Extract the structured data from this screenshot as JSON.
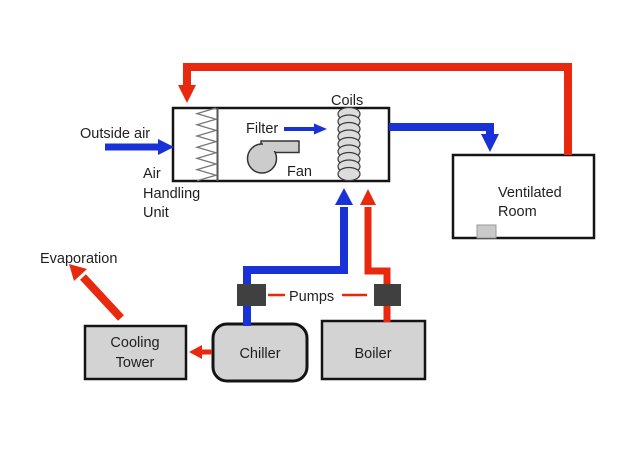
{
  "colors": {
    "pipe_blue": "#1832d8",
    "pipe_red": "#e8290e",
    "box_fill": "#d3d3d3",
    "box_border": "#141414",
    "pump_fill": "#404040",
    "fan_fill": "#cccccc",
    "text": "#1f1f1f",
    "background": "#ffffff"
  },
  "labels": {
    "outside_air": "Outside air",
    "air_handling_unit": {
      "line1": "Air",
      "line2": "Handling",
      "line3": "Unit"
    },
    "filter": "Filter",
    "fan": "Fan",
    "coils": "Coils",
    "ventilated_room": {
      "line1": "Ventilated",
      "line2": "Room"
    },
    "evaporation": "Evaporation",
    "pumps": "Pumps",
    "cooling_tower": {
      "line1": "Cooling",
      "line2": "Tower"
    },
    "chiller": "Chiller",
    "boiler": "Boiler"
  }
}
